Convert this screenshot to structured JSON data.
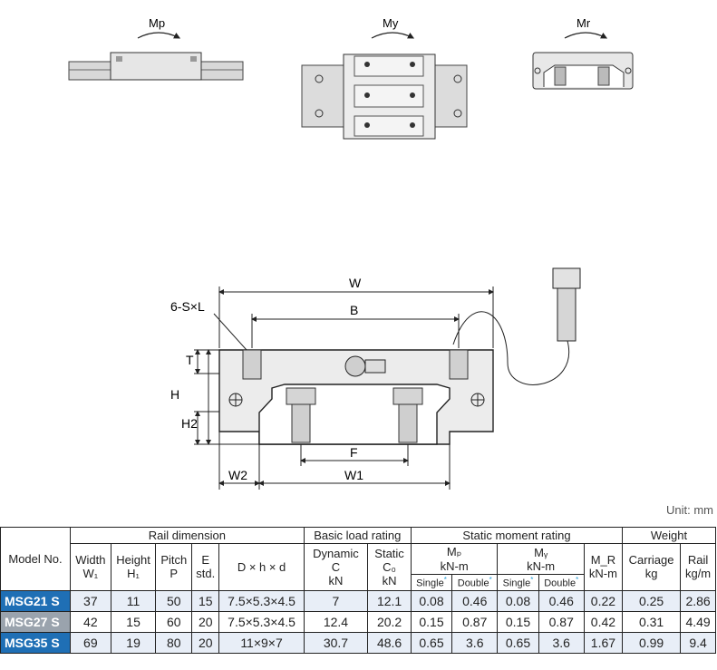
{
  "moments": {
    "mp_label": "Mp",
    "my_label": "My",
    "mr_label": "Mr"
  },
  "dimension_labels": {
    "w": "W",
    "b": "B",
    "screw": "6-S×L",
    "t": "T",
    "h": "H",
    "h2": "H2",
    "f": "F",
    "w2": "W2",
    "w1": "W1"
  },
  "unit_label": "Unit: mm",
  "table": {
    "model_header": "Model No.",
    "groups": {
      "rail": "Rail dimension",
      "load": "Basic load rating",
      "moment": "Static moment rating",
      "weight": "Weight"
    },
    "cols": {
      "width": "Width",
      "width_sym": "W₁",
      "height": "Height",
      "height_sym": "H₁",
      "pitch": "Pitch",
      "pitch_sym": "P",
      "e": "E",
      "e_sub": "std.",
      "dhd": "D × h × d",
      "dynamic": "Dynamic",
      "dynamic_sym": "C",
      "dynamic_unit": "kN",
      "static": "Static",
      "static_sym": "C₀",
      "static_unit": "kN",
      "mp": "Mₚ",
      "my": "Mᵧ",
      "mr": "M_R",
      "knm": "kN-m",
      "single": "Single",
      "double": "Double",
      "carriage": "Carriage",
      "carriage_unit": "kg",
      "rail": "Rail",
      "rail_unit": "kg/m"
    },
    "rows": [
      {
        "model": "MSG21 S",
        "color": "#1f6fb5",
        "w1": "37",
        "h1": "11",
        "p": "50",
        "e": "15",
        "dhd": "7.5×5.3×4.5",
        "c": "7",
        "c0": "12.1",
        "mp_s": "0.08",
        "mp_d": "0.46",
        "my_s": "0.08",
        "my_d": "0.46",
        "mr": "0.22",
        "carriage": "0.25",
        "rail": "2.86"
      },
      {
        "model": "MSG27 S",
        "color": "#9aa3ad",
        "w1": "42",
        "h1": "15",
        "p": "60",
        "e": "20",
        "dhd": "7.5×5.3×4.5",
        "c": "12.4",
        "c0": "20.2",
        "mp_s": "0.15",
        "mp_d": "0.87",
        "my_s": "0.15",
        "my_d": "0.87",
        "mr": "0.42",
        "carriage": "0.31",
        "rail": "4.49"
      },
      {
        "model": "MSG35 S",
        "color": "#1f6fb5",
        "w1": "69",
        "h1": "19",
        "p": "80",
        "e": "20",
        "dhd": "11×9×7",
        "c": "30.7",
        "c0": "48.6",
        "mp_s": "0.65",
        "mp_d": "3.6",
        "my_s": "0.65",
        "my_d": "3.6",
        "mr": "1.67",
        "carriage": "0.99",
        "rail": "9.4"
      }
    ]
  }
}
